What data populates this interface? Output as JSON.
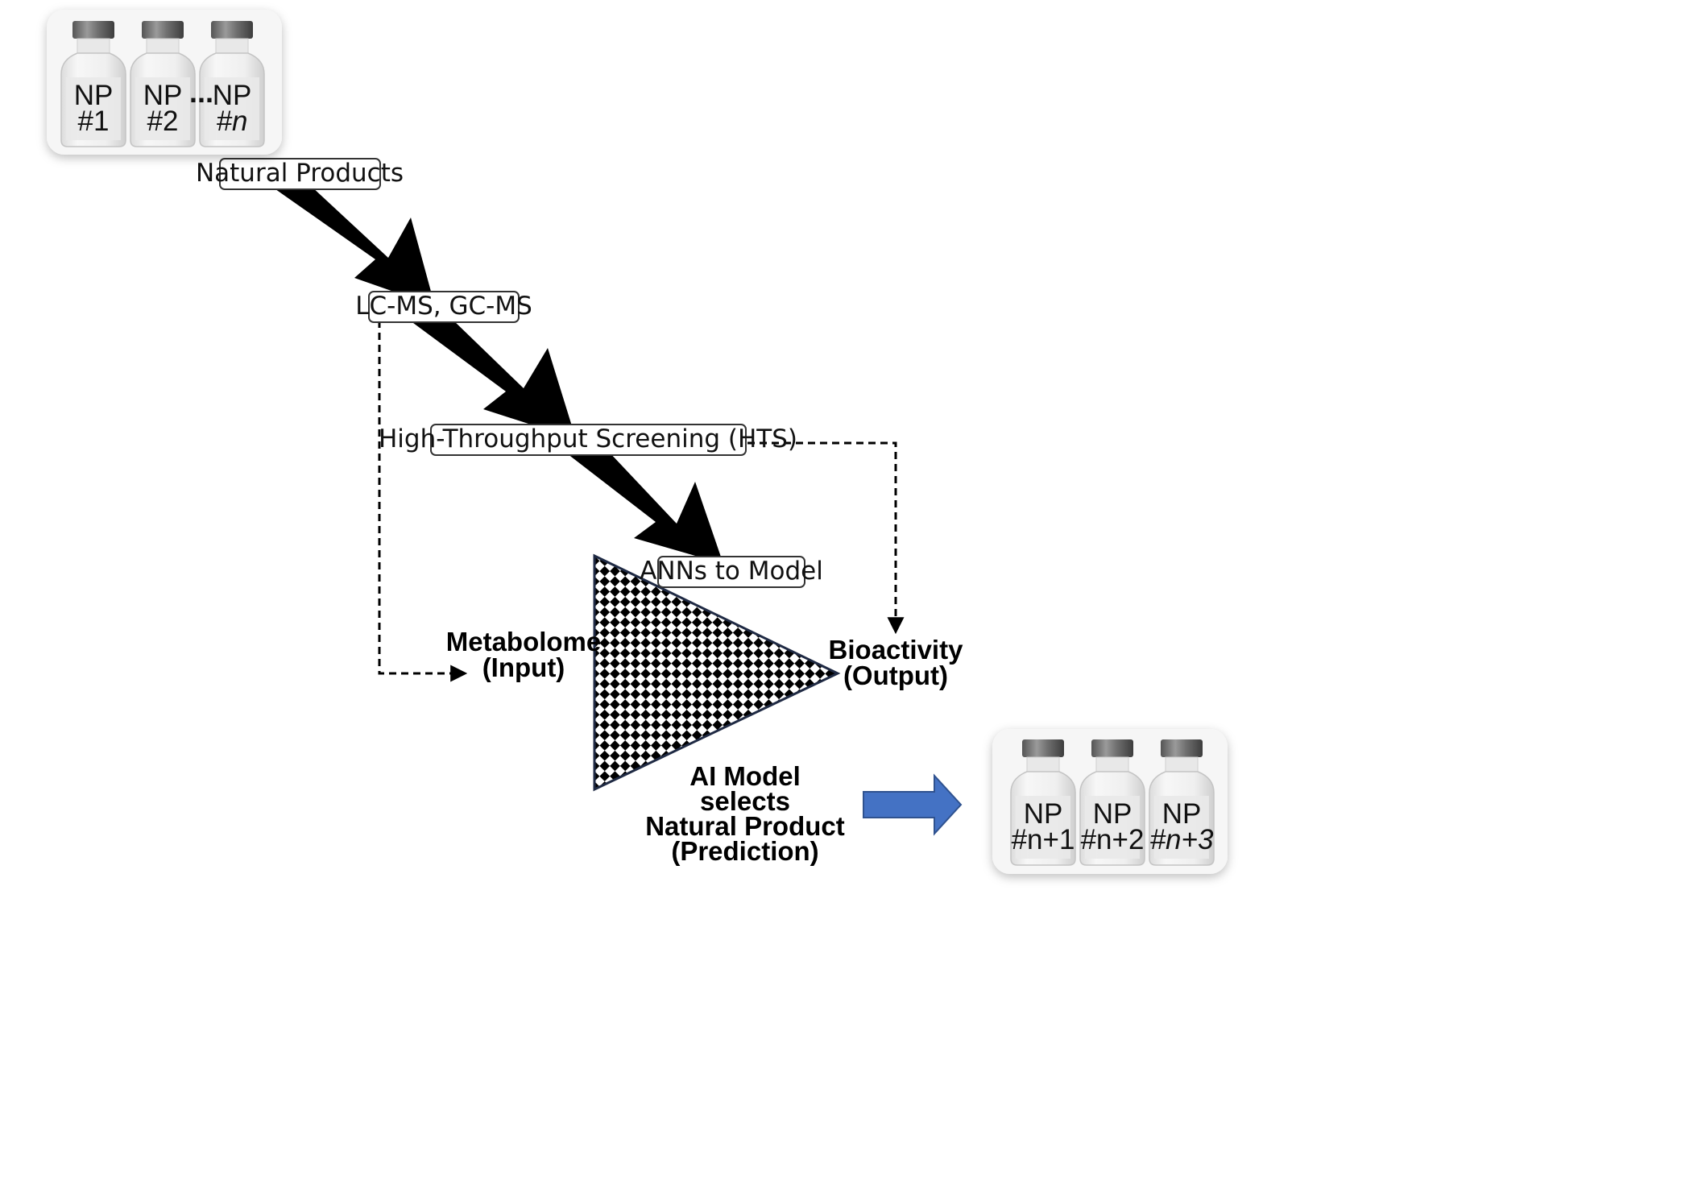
{
  "vials_top": {
    "vials": [
      {
        "line1": "NP",
        "line2": "#1",
        "italic": false
      },
      {
        "line1": "NP",
        "line2": "#2",
        "italic": false
      },
      {
        "line1": "NP",
        "line2": "#n",
        "italic": true
      }
    ],
    "separator": "..."
  },
  "vials_bottom": {
    "vials": [
      {
        "line1": "NP",
        "line2": "#n+1",
        "italic": false
      },
      {
        "line1": "NP",
        "line2": "#n+2",
        "italic": false
      },
      {
        "line1": "NP",
        "line2": "#n+3",
        "italic": true
      }
    ]
  },
  "steps": {
    "natural_products": "Natural Products",
    "lcms_gcms": "LC-MS, GC-MS",
    "hts": "High-Throughput Screening (HTS)",
    "anns": "ANNs to Model"
  },
  "labels": {
    "input_line1": "Metabolome",
    "input_line2": "(Input)",
    "output_line1": "Bioactivity",
    "output_line2": "(Output)",
    "prediction_lines": [
      "AI Model",
      "selects",
      "Natural Product",
      "(Prediction)"
    ]
  },
  "colors": {
    "main_arrow": "#000000",
    "prediction_arrow": "#4472C4",
    "prediction_arrow_border": "#2f528f",
    "network_border": "#1f2a44"
  }
}
